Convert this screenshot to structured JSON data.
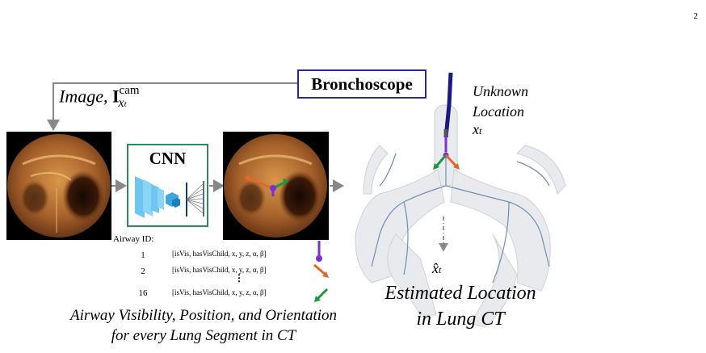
{
  "page_number": "2",
  "labels": {
    "bronchoscope": "Bronchoscope",
    "image_prefix": "Image,",
    "image_symbol": "I",
    "image_sup": "cam",
    "image_sub": "x",
    "image_sub2": "t",
    "cnn": "CNN",
    "unknown_1": "Unknown",
    "unknown_2": "Location",
    "unknown_x": "x",
    "unknown_t": "t",
    "estimated_x": "x̂",
    "estimated_t": "t",
    "estimated_1": "Estimated Location",
    "estimated_2": "in Lung CT",
    "bottom_1": "Airway Visibility, Position, and Orientation",
    "bottom_2": "for every Lung Segment in CT"
  },
  "airway": {
    "header": "Airway ID:",
    "rows": [
      {
        "id": "1",
        "vector": "[isVis, hasVisChild, x, y, z, α, β]"
      },
      {
        "id": "2",
        "vector": "[isVis, hasVisChild, x, y, z, α, β]"
      },
      {
        "id": "⋮",
        "vector": "⋮"
      },
      {
        "id": "16",
        "vector": "[isVis, hasVisChild, x, y, z, α, β]"
      }
    ]
  },
  "colors": {
    "bronch_border": "#2b2b8f",
    "cnn_border": "#2e8b57",
    "arrow_gray": "#888888",
    "purple": "#7b2fd6",
    "orange": "#e8652a",
    "green": "#1a9a3a",
    "scope_blue": "#1a1a80"
  }
}
